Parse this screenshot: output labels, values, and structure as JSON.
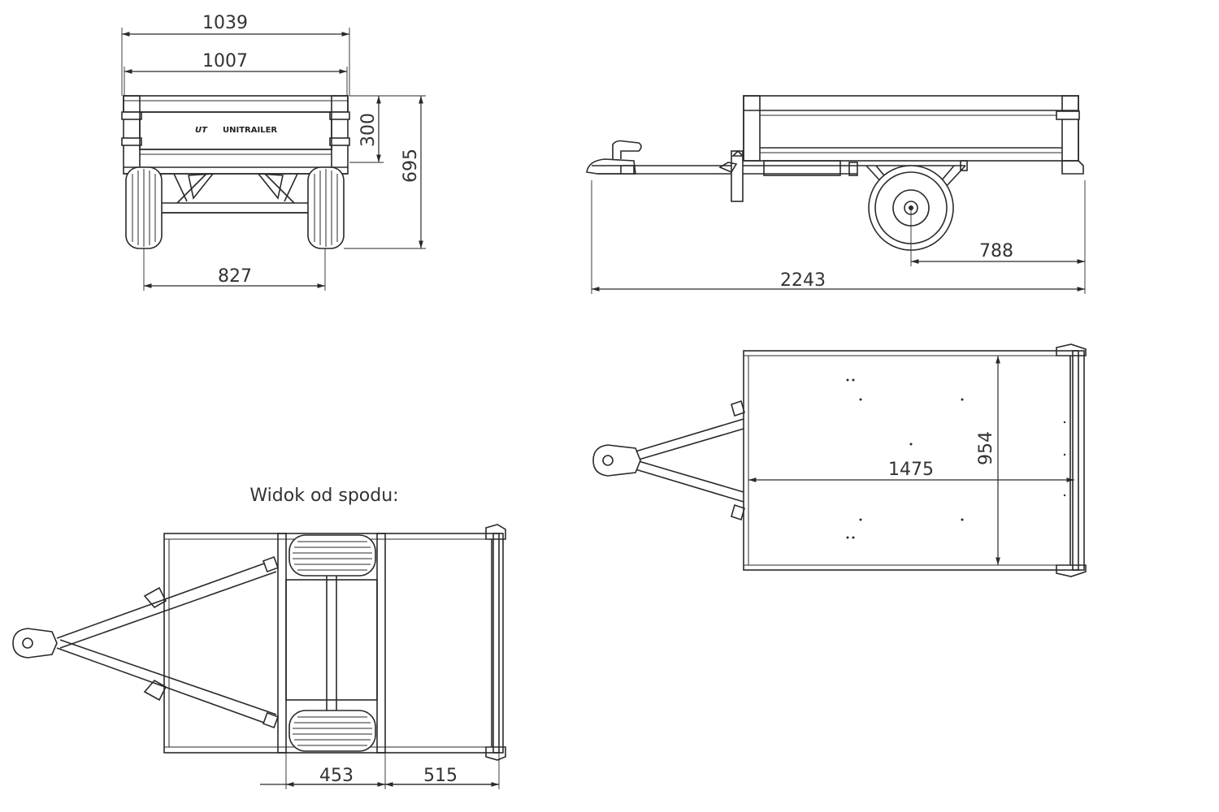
{
  "caption": "Widok od spodu:",
  "logo_text": "UNITRAILER",
  "dimensions": {
    "front_total_width": "1039",
    "front_box_width": "1007",
    "side_height": "300",
    "total_height": "695",
    "track_width": "827",
    "axle_to_rear": "788",
    "total_length": "2243",
    "box_length": "1475",
    "box_width": "954",
    "under_axle_width": "453",
    "under_rear_length": "515"
  },
  "colors": {
    "line": "#2a2a2a",
    "text": "#333333",
    "background": "#ffffff"
  }
}
